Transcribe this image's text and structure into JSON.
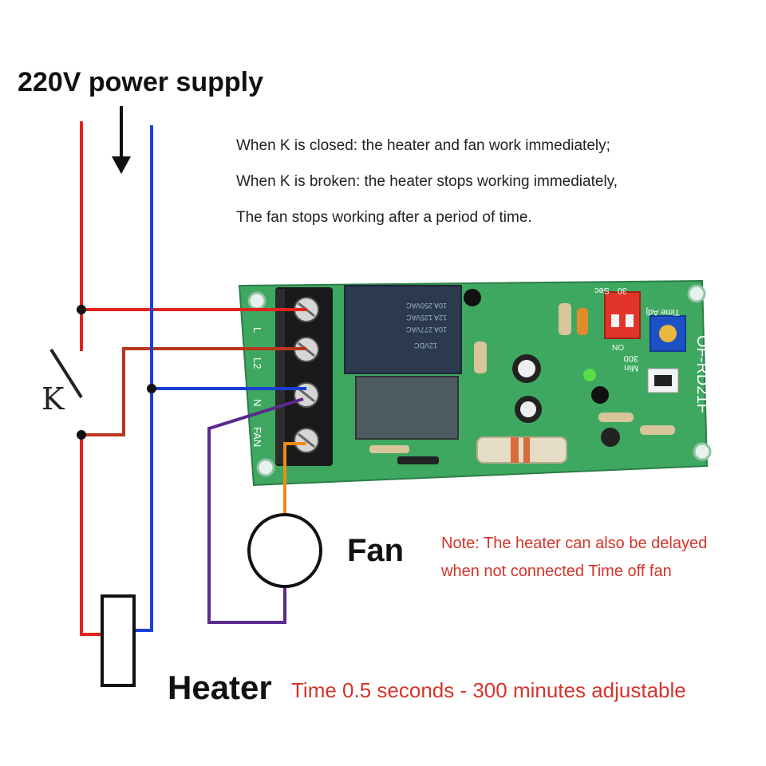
{
  "title": "220V power supply",
  "description": [
    "When K is closed: the heater and fan work immediately;",
    "When K is broken: the heater stops working immediately,",
    "The fan stops working after a period of time."
  ],
  "switch_label": "K",
  "fan_label": "Fan",
  "note": [
    "Note: The heater can also be delayed",
    "when not connected Time off fan"
  ],
  "heater_label": "Heater",
  "time_label": "Time 0.5 seconds - 300 minutes adjustable",
  "board": {
    "terminal_labels": [
      "L",
      "L2",
      "N",
      "FAN"
    ],
    "silkscreen_model": "OF-RD21F",
    "dip_labels": [
      "Time Adj",
      "30",
      "Sec",
      "300",
      "Min",
      "ON"
    ],
    "relay_text": [
      "10A 250VAC",
      "12A 125VAC",
      "10A 277VAC",
      "12VDC"
    ]
  },
  "colors": {
    "live_wire": "#e0241c",
    "switched_wire": "#b8361c",
    "neutral_wire": "#1a3fd6",
    "fan_wire": "#ef8b1a",
    "return_wire": "#5a2a8c",
    "pcb": "#3ea861",
    "text_red": "#d4342b"
  }
}
